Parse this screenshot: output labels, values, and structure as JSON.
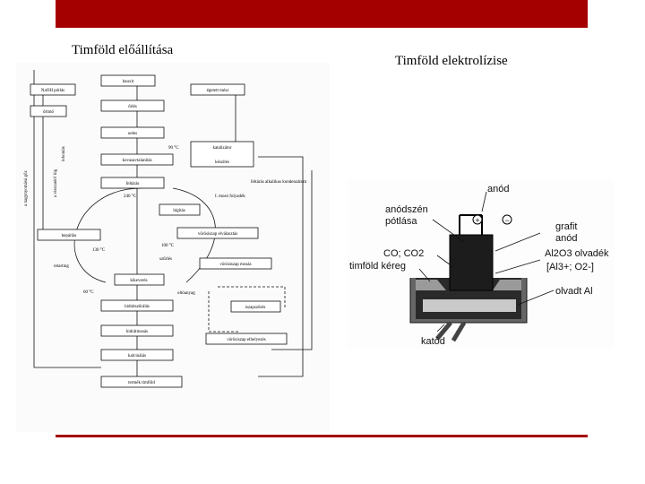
{
  "slide": {
    "left_title": "Timföld előállítása",
    "right_title": "Timföld elektrolízise",
    "accent_color": "#a50000"
  },
  "flowchart": {
    "boxes": {
      "bauxit": "bauxit",
      "naoh": "NaOH pótlás",
      "egetett": "égetett mész",
      "orles": "őrlés",
      "ortmo": "őrtmő",
      "oeles": "oeles",
      "katalizator": "katalizátor",
      "kovasav": "kovasavtalanítás",
      "keszites": "készítés",
      "feltaras": "feltárás",
      "higitas": "hígítás",
      "bepatlas": "bepárlás",
      "vorosiszapelval": "vörösiszap elválasztás",
      "vorosiszapmosas": "vörösiszap mosás",
      "kikevertes": "kikeverés",
      "hidratszuralas": "hidrátszűrálás",
      "iszapszures": "iszapszűrés",
      "hidratmosas": "hidrátmosás",
      "vorosiszapelhelyezes": "vörösiszap elhelyezés",
      "kalcinalas": "kalcinálás",
      "termek": "termék timföld"
    },
    "labels": {
      "t90": "90 °C",
      "t240": "240 °C",
      "t130": "130 °C",
      "t100": "100 °C",
      "t60": "60 °C",
      "mosofolyo": "I. mosó folyadék",
      "feltaras_lugkond": "feltárás alkalikus kondenzátum",
      "szurles": "szűrlés",
      "retarting": "retarting",
      "oltoanyag": "oltóanyag",
      "side_vert_1": "a nagynyomású gőz",
      "side_vert_2": "a visszatérő lúg",
      "side_vert_3": "lebontás"
    }
  },
  "cell": {
    "anod": "anód",
    "anodszen_pot_1": "anódszén",
    "anodszen_pot_2": "pótlása",
    "grafit_1": "grafit",
    "grafit_2": "anód",
    "co_co2": "CO; CO2",
    "al2o3": "Al2O3 olvadék",
    "ions": "[Al3+; O2-]",
    "kereg": "timföld kéreg",
    "olvadt_al": "olvadt Al",
    "katod": "katód",
    "plus": "+",
    "minus": "−"
  }
}
